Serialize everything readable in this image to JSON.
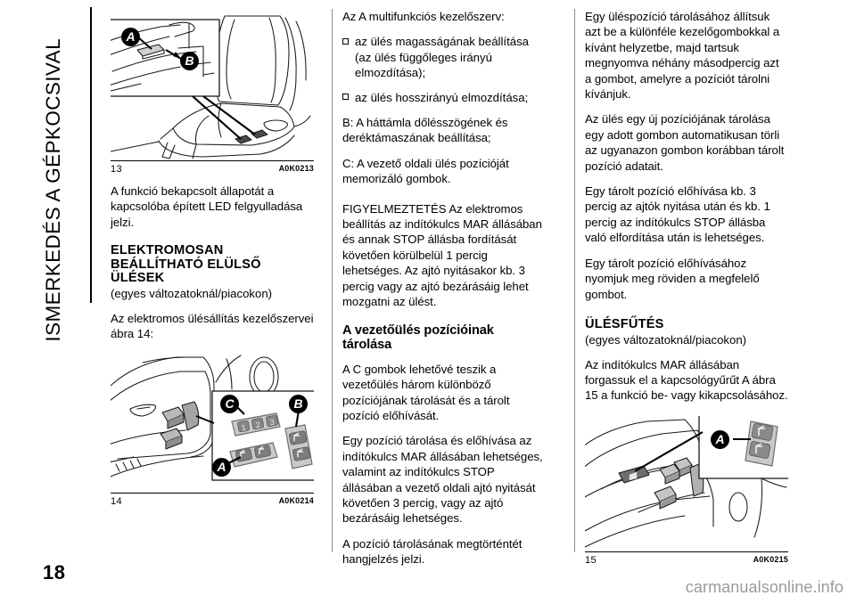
{
  "sidebar": {
    "chapter_title": "ISMERKEDÉS A GÉPKOCSIVAL",
    "page_number": "18"
  },
  "watermark": "carmanualsonline.info",
  "figures": {
    "fig13": {
      "number": "13",
      "code": "A0K0213",
      "callouts": [
        "A",
        "B"
      ],
      "caption_alt": "Elülső ülés oldalsó kezelőszervei"
    },
    "fig14": {
      "number": "14",
      "code": "A0K0214",
      "callouts": [
        "A",
        "B",
        "C"
      ],
      "memory_buttons": [
        "1",
        "2",
        "3"
      ],
      "caption_alt": "Elektromos ülésállítás kezelőszervei"
    },
    "fig15": {
      "number": "15",
      "code": "A0K0215",
      "callouts": [
        "A"
      ],
      "caption_alt": "Ülésfűtés kapcsolója"
    }
  },
  "column1": {
    "p1": "A funkció bekapcsolt állapotát a kapcsolóba épített LED felgyulladása jelzi.",
    "heading1": "ELEKTROMOSAN BEÁLLÍTHATÓ ELÜLSŐ ÜLÉSEK",
    "heading1_note": "(egyes változatoknál/piacokon)",
    "p2": "Az elektromos ülésállítás kezelőszervei ábra 14:"
  },
  "column2": {
    "p1": "Az A multifunkciós kezelőszerv:",
    "bullets": [
      "az ülés magasságának beállítása (az ülés függőleges irányú elmozdítása);",
      "az ülés hosszirányú elmozdítása;"
    ],
    "p2": "B: A háttámla dőlésszögének és deréktámaszának beállítása;",
    "p3": "C: A vezető oldali ülés pozícióját memorizáló gombok.",
    "p4": "FIGYELMEZTETÉS Az elektromos beállítás az indítókulcs MAR állásában és annak STOP állásba fordítását követően körülbelül 1 percig lehetséges. Az ajtó nyitásakor kb. 3 percig vagy az ajtó bezárásáig lehet mozgatni az ülést.",
    "heading1": "A vezetőülés pozícióinak tárolása",
    "p5": "A C gombok lehetővé teszik a vezetőülés három különböző pozíciójának tárolását és a tárolt pozíció előhívását.",
    "p6": "Egy pozíció tárolása és előhívása az indítókulcs MAR állásában lehetséges, valamint az indítókulcs STOP állásában a vezető oldali ajtó nyitását követően 3 percig, vagy az ajtó bezárásáig lehetséges.",
    "p7": "A pozíció tárolásának megtörténtét hangjelzés jelzi."
  },
  "column3": {
    "p1": "Egy üléspozíció tárolásához állítsuk azt be a különféle kezelőgombokkal a kívánt helyzetbe, majd tartsuk megnyomva néhány másodpercig azt a gombot, amelyre a pozíciót tárolni kívánjuk.",
    "p2": "Az ülés egy új pozíciójának tárolása egy adott gombon automatikusan törli az ugyanazon gombon korábban tárolt pozíció adatait.",
    "p3": "Egy tárolt pozíció előhívása kb. 3 percig az ajtók nyitása után és kb. 1 percig az indítókulcs STOP állásba való elfordítása után is lehetséges.",
    "p4": "Egy tárolt pozíció előhívásához nyomjuk meg röviden a megfelelő gombot.",
    "heading1": "ÜLÉSFŰTÉS",
    "heading1_note": "(egyes változatoknál/piacokon)",
    "p5": "Az indítókulcs MAR állásában forgassuk el a kapcsológyűrűt A ábra 15 a funkció be- vagy kikapcsolásához."
  },
  "colors": {
    "text": "#000000",
    "rule": "#8c8c8c",
    "watermark": "#9a9a9a",
    "line_art": "#1a1a1a",
    "button_fill": "#6e6e6e"
  }
}
